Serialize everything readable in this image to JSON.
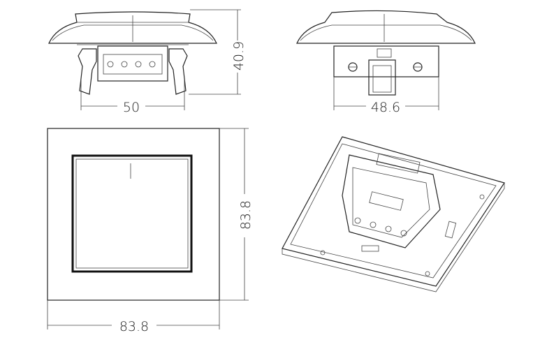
{
  "dimensions": {
    "side_view_width": "50",
    "side_view_height": "40.9",
    "end_view_width": "48.6",
    "front_width": "83.8",
    "front_height": "83.8"
  },
  "colors": {
    "line": "#222222",
    "background": "#ffffff"
  }
}
